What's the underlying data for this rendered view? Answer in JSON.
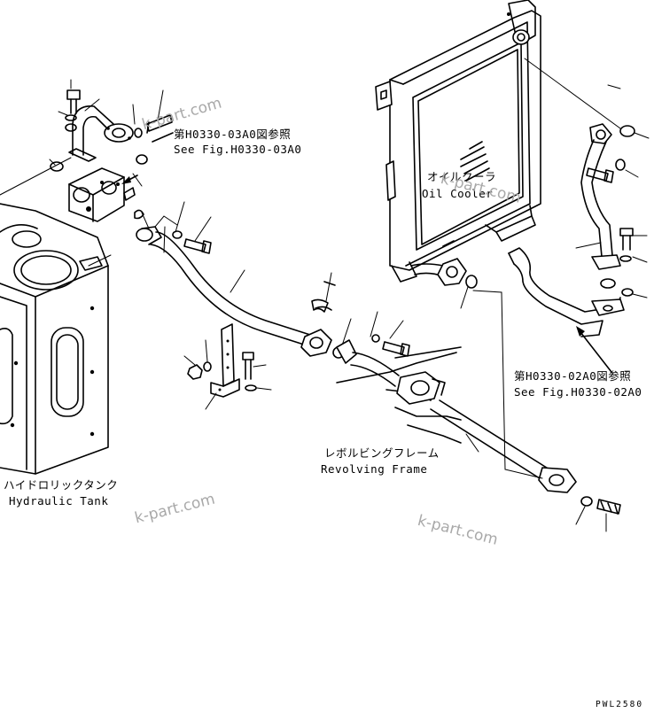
{
  "labels": {
    "ref_03a0_jp": "第H0330-03A0図参照",
    "ref_03a0_en": "See Fig.H0330-03A0",
    "oil_cooler_jp": "オイルクーラ",
    "oil_cooler_en": "Oil Cooler",
    "ref_02a0_jp": "第H0330-02A0図参照",
    "ref_02a0_en": "See Fig.H0330-02A0",
    "revolving_frame_jp": "レボルビングフレーム",
    "revolving_frame_en": "Revolving Frame",
    "hydraulic_tank_jp": "ハイドロリックタンク",
    "hydraulic_tank_en": "Hydraulic Tank"
  },
  "watermarks": [
    "k-part.com",
    "k-part.com",
    "k-part.com",
    "k-part.com"
  ],
  "drawing_code": "PWL2580",
  "colors": {
    "ink": "#000000",
    "paper": "#ffffff",
    "watermark": "#a9a9a9"
  }
}
